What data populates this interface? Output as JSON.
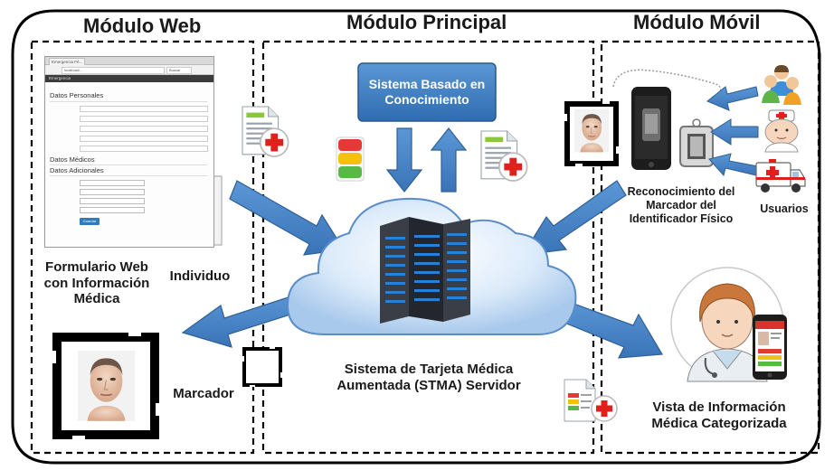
{
  "modules": {
    "web": "Módulo Web",
    "principal": "Módulo Principal",
    "movil": "Módulo Móvil"
  },
  "knowledge_system": "Sistema Basado en Conocimiento",
  "web_form": {
    "tab": "Emergencia Fé...",
    "url": "localhost/...",
    "search": "Buscar",
    "header": "Emergencia",
    "section_personal": "Datos Personales",
    "section_medical": "Datos Médicos",
    "section_additional": "Datos Adicionales",
    "submit": "Guardar"
  },
  "labels": {
    "formulario": "Formulario Web con Información Médica",
    "individuo": "Individuo",
    "marcador": "Marcador",
    "server": "Sistema de Tarjeta Médica Aumentada (STMA) Servidor",
    "reconocimiento": "Reconocimiento del Marcador del Identificador Físico",
    "usuarios": "Usuarios",
    "vista": "Vista de Información Médica Categorizada"
  },
  "colors": {
    "panel_border": "#000000",
    "arrow_fill": "#4a86c8",
    "arrow_stroke": "#2f5f94",
    "kb_fill": "#3f7fc4",
    "cloud_fill": "#cfe3f7",
    "cloud_stroke": "#4f81bd",
    "medical_red": "#e0201b",
    "doc_green": "#8cc63f",
    "traffic_red": "#e53935",
    "traffic_yellow": "#f4c20d",
    "traffic_green": "#58b947"
  },
  "icons": [
    "document-medical-icon",
    "traffic-light-icon",
    "server-rack-icon",
    "cloud-icon",
    "face-photo-icon",
    "ar-marker-icon",
    "phone-icon",
    "id-tag-icon",
    "users-group-icon",
    "nurse-icon",
    "ambulance-icon",
    "doctor-icon"
  ]
}
